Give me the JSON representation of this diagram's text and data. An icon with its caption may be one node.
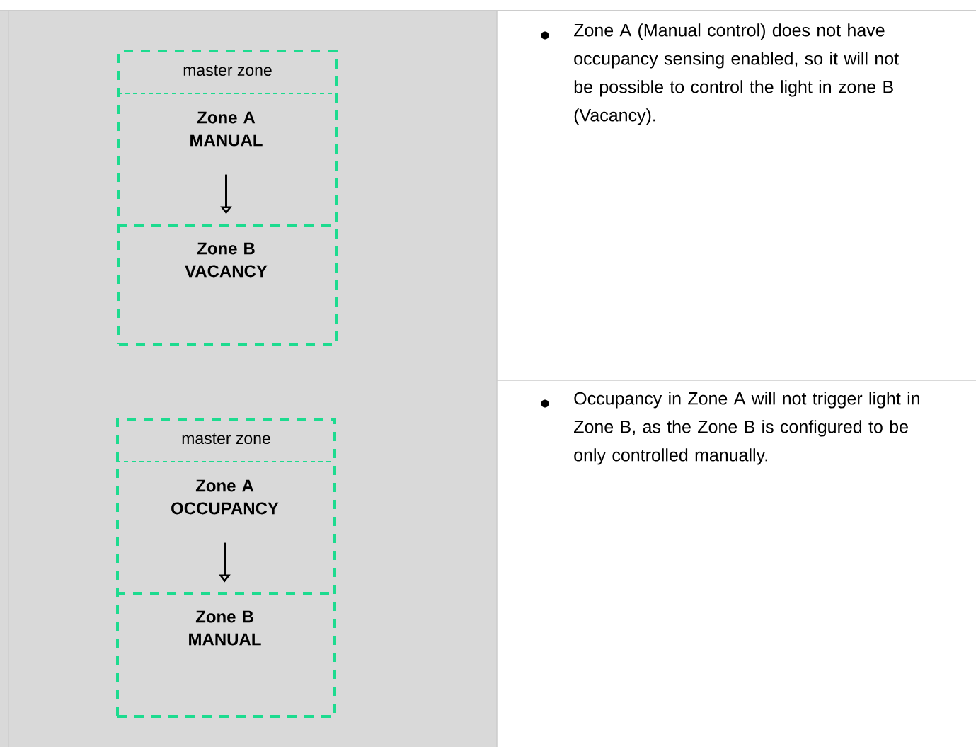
{
  "diagram": {
    "nodes": [
      {
        "text": [
          "master zone"
        ]
      },
      {
        "text": [
          "Zone A MANUAL"
        ],
        "in": 0
      },
      {
        "text": [
          "Zone B VACANCY"
        ],
        "in": 0
      },
      {
        "text": [
          "master zone"
        ]
      },
      {
        "text": [
          "Zone A OCCUPANCY"
        ],
        "in": 3
      },
      {
        "text": [
          "Zone B MANUAL"
        ],
        "in": 3
      }
    ],
    "edges": [
      {
        "from": 1,
        "to": 2,
        "arrow": "to"
      },
      {
        "from": 4,
        "to": 5,
        "arrow": "to"
      }
    ],
    "labels": [
      "Zone A (Manual control) does not have occupancy sensing enabled, so it will not be possible to control the light in zone B (Vacancy).",
      "Occupancy in Zone A will not trigger light in Zone B, as the Zone B is configured to be only controlled manually."
    ]
  }
}
